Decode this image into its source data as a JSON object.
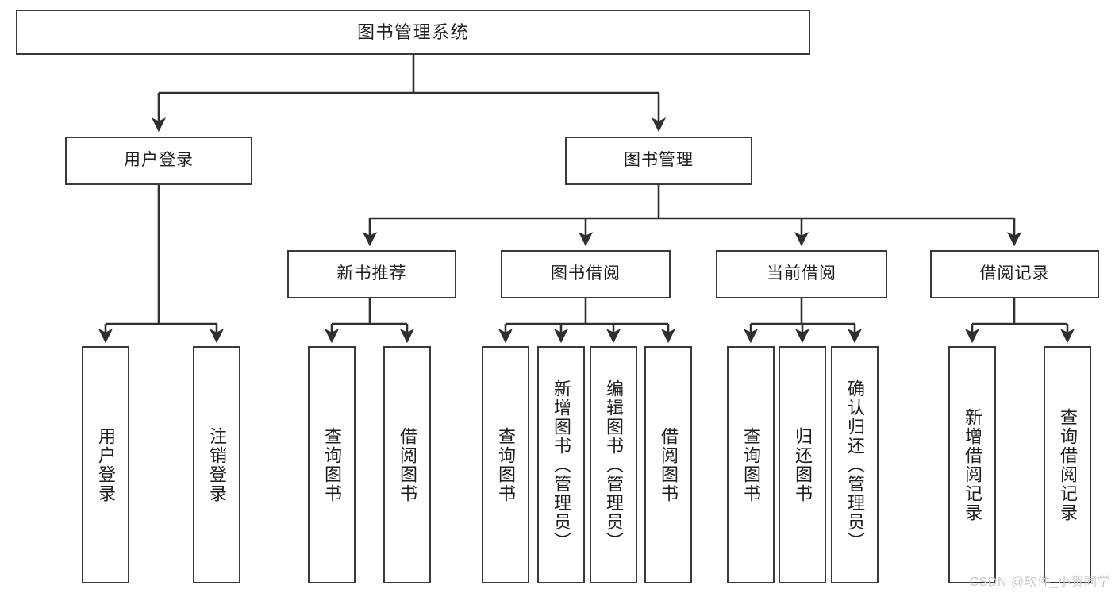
{
  "diagram": {
    "title": "图书管理系统",
    "type": "tree",
    "watermark": "CSDN @软件_小贺同学",
    "colors": {
      "box_border": "#3a3a3a",
      "box_fill": "#ffffff",
      "edge": "#2f2f2f",
      "text": "#1d1d1d",
      "watermark": "#c9c9c9",
      "background": "#ffffff"
    },
    "levels": {
      "root": {
        "label": "图书管理系统"
      },
      "level1": [
        {
          "label": "用户登录"
        },
        {
          "label": "图书管理"
        }
      ],
      "level2": [
        {
          "label": "新书推荐"
        },
        {
          "label": "图书借阅"
        },
        {
          "label": "当前借阅"
        },
        {
          "label": "借阅记录"
        }
      ],
      "leaves": {
        "user_login": [
          {
            "label": "用户登录"
          },
          {
            "label": "注销登录"
          }
        ],
        "new_book_recommend": [
          {
            "label": "查询图书"
          },
          {
            "label": "借阅图书"
          }
        ],
        "book_borrow": [
          {
            "label": "查询图书"
          },
          {
            "label": "新增图书（管理员）"
          },
          {
            "label": "编辑图书（管理员）"
          },
          {
            "label": "借阅图书"
          }
        ],
        "current_borrow": [
          {
            "label": "查询图书"
          },
          {
            "label": "归还图书"
          },
          {
            "label": "确认归还（管理员）"
          }
        ],
        "borrow_record": [
          {
            "label": "新增借阅记录"
          },
          {
            "label": "查询借阅记录"
          }
        ]
      }
    }
  }
}
